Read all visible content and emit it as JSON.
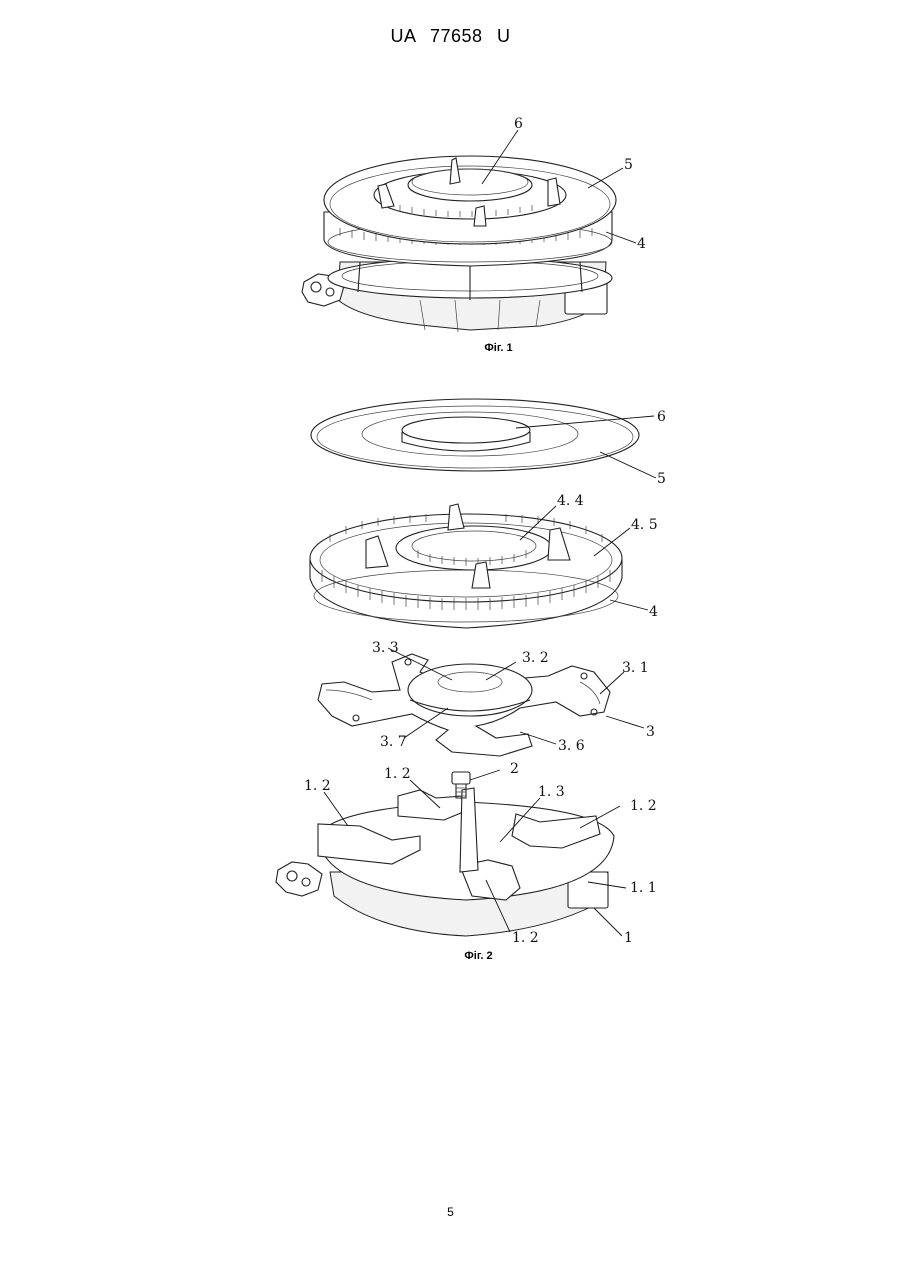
{
  "header": {
    "patent_number": "UA   77658   U"
  },
  "figure1": {
    "caption": "Фіг. 1",
    "labels": {
      "l6": "6",
      "l5": "5",
      "l4": "4"
    }
  },
  "figure2": {
    "caption": "Фіг. 2",
    "labels": {
      "l6": "6",
      "l5": "5",
      "l4_4": "4. 4",
      "l4_5": "4. 5",
      "l4": "4",
      "l3_3": "3. 3",
      "l3_2": "3. 2",
      "l3_1": "3. 1",
      "l3": "3",
      "l3_7": "3. 7",
      "l3_6": "3. 6",
      "l1_2_left": "1. 2",
      "l1_2_top": "1. 2",
      "l2": "2",
      "l1_3": "1. 3",
      "l1_2_right": "1. 2",
      "l1_1": "1. 1",
      "l1_2_bottom": "1. 2",
      "l1": "1"
    }
  },
  "footer": {
    "page_number": "5"
  }
}
